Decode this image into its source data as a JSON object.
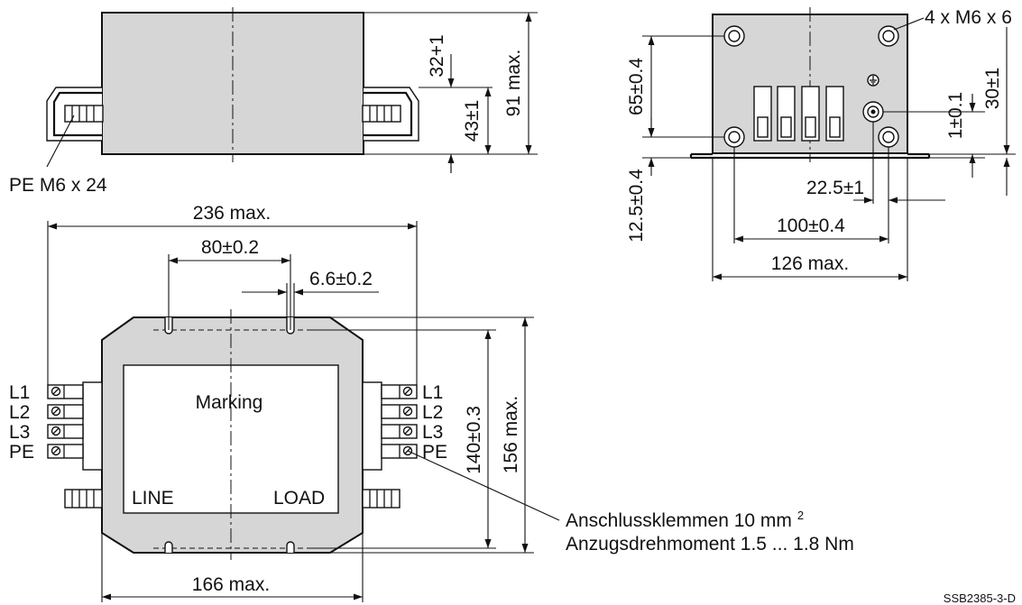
{
  "side_view": {
    "pe_label": "PE M6 x 24",
    "dim_32": "32+1",
    "dim_43": "43±1",
    "dim_91": "91 max."
  },
  "end_view": {
    "holes_label": "4 x M6 x 6",
    "dim_65": "65±0.4",
    "dim_12_5": "12.5±0.4",
    "dim_1": "1±0.1",
    "dim_30": "30±1",
    "dim_22_5": "22.5±1",
    "dim_100": "100±0.4",
    "dim_126": "126 max."
  },
  "top_view": {
    "dim_236": "236 max.",
    "dim_80": "80±0.2",
    "dim_6_6": "6.6±0.2",
    "dim_140": "140±0.3",
    "dim_156": "156 max.",
    "dim_166": "166 max.",
    "marking": "Marking",
    "line_label": "LINE",
    "load_label": "LOAD",
    "terminals_left": [
      "L1",
      "L2",
      "L3",
      "PE"
    ],
    "terminals_right": [
      "L1",
      "L2",
      "L3",
      "PE"
    ],
    "note_line1": "Anschlussklemmen 10 mm",
    "note_sup": "2",
    "note_line2": "Anzugsdrehmoment 1.5 ... 1.8 Nm"
  },
  "drawing_number": "SSB2385-3-D"
}
